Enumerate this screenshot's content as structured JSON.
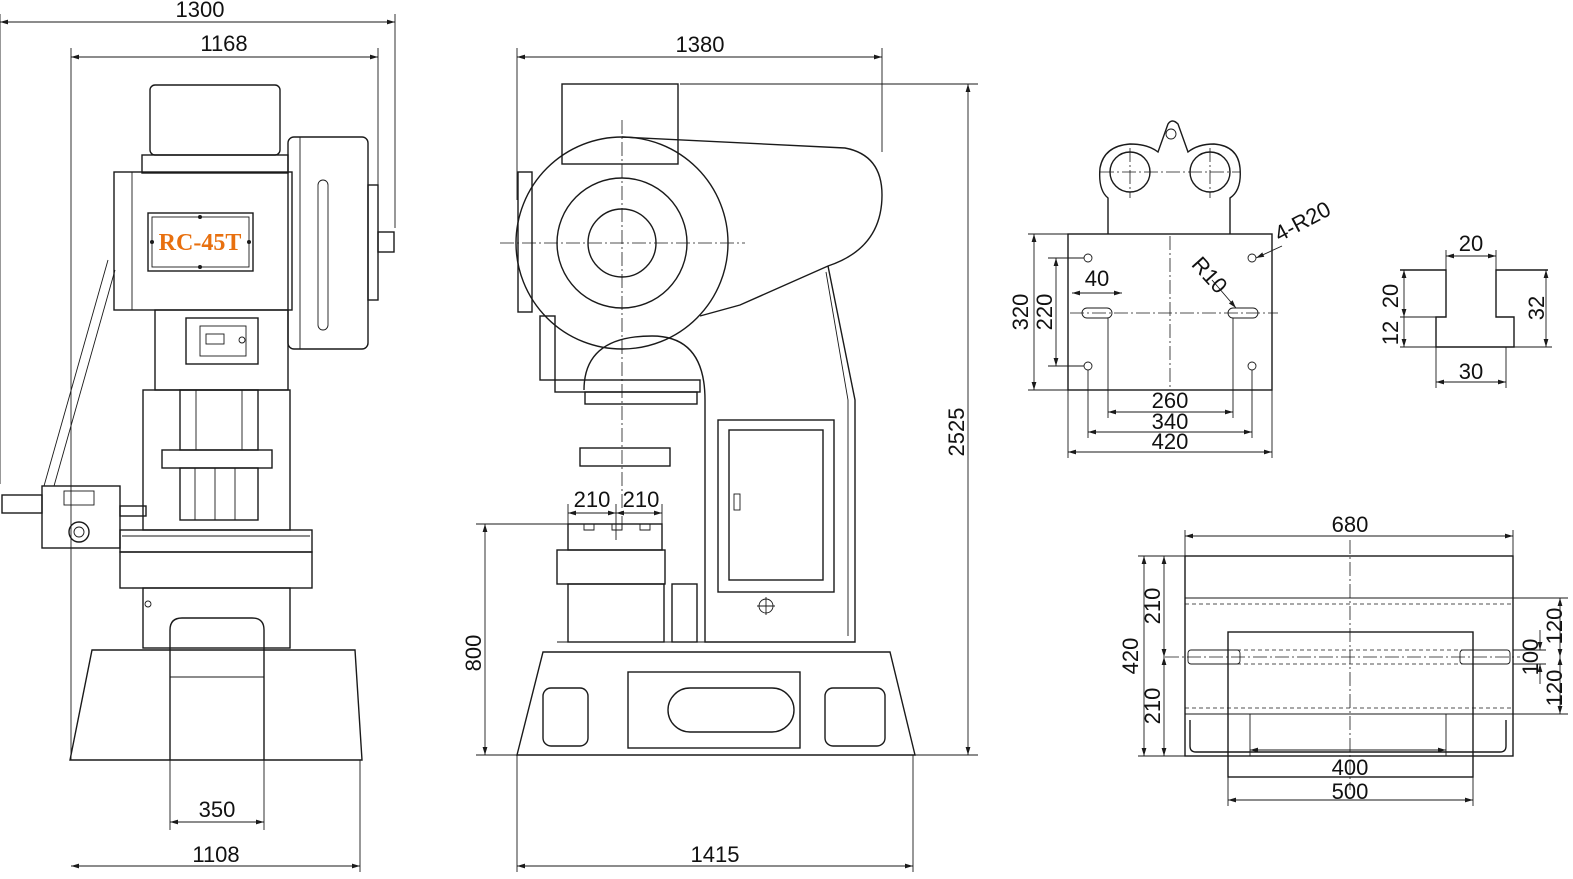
{
  "diagram": {
    "model_label": "RC-45T",
    "colors": {
      "line": "#1a1a1a",
      "label": "#e8700f",
      "background": "#ffffff"
    },
    "front_view": {
      "dim_overall_width": "1300",
      "dim_frame_width": "1168",
      "dim_base_width": "1108",
      "dim_foot_opening": "350"
    },
    "side_view": {
      "dim_top_depth": "1380",
      "dim_base_depth": "1415",
      "dim_total_height": "2525",
      "dim_bed_height": "800",
      "dim_slot_left": "210",
      "dim_slot_right": "210"
    },
    "slide_detail": {
      "dim_hole_spacing": "40",
      "dim_slot_radius": "R10",
      "dim_corner_radius": "4-R20",
      "dim_height_outer": "320",
      "dim_height_inner": "220",
      "dim_width_260": "260",
      "dim_width_340": "340",
      "dim_width_420": "420"
    },
    "tslot_detail": {
      "dim_top_width": "20",
      "dim_depth_upper": "20",
      "dim_depth_lower": "12",
      "dim_total_depth": "32",
      "dim_bottom_width": "30"
    },
    "bolster_detail": {
      "dim_length": "680",
      "dim_depth": "420",
      "dim_half_upper": "210",
      "dim_half_lower": "210",
      "dim_slot_120_upper": "120",
      "dim_slot_100": "100",
      "dim_slot_120_lower": "120",
      "dim_width_400": "400",
      "dim_width_500": "500"
    }
  }
}
